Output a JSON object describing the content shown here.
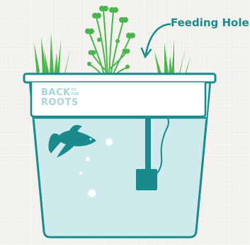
{
  "diagram": {
    "callout_label": "Feeding Hole",
    "brand": {
      "line1": "BACK",
      "line2": "ROOTS",
      "small_words": [
        "TO",
        "THE"
      ]
    },
    "colors": {
      "outline": "#1a8a8c",
      "water": "#cfeaed",
      "pot_top": "#e1f1f3",
      "tray": "#ffffff",
      "plant_green": "#4bb54e",
      "fish": "#1a8a8c",
      "logo": "#a8d4da",
      "bubble": "#ffffff"
    }
  }
}
